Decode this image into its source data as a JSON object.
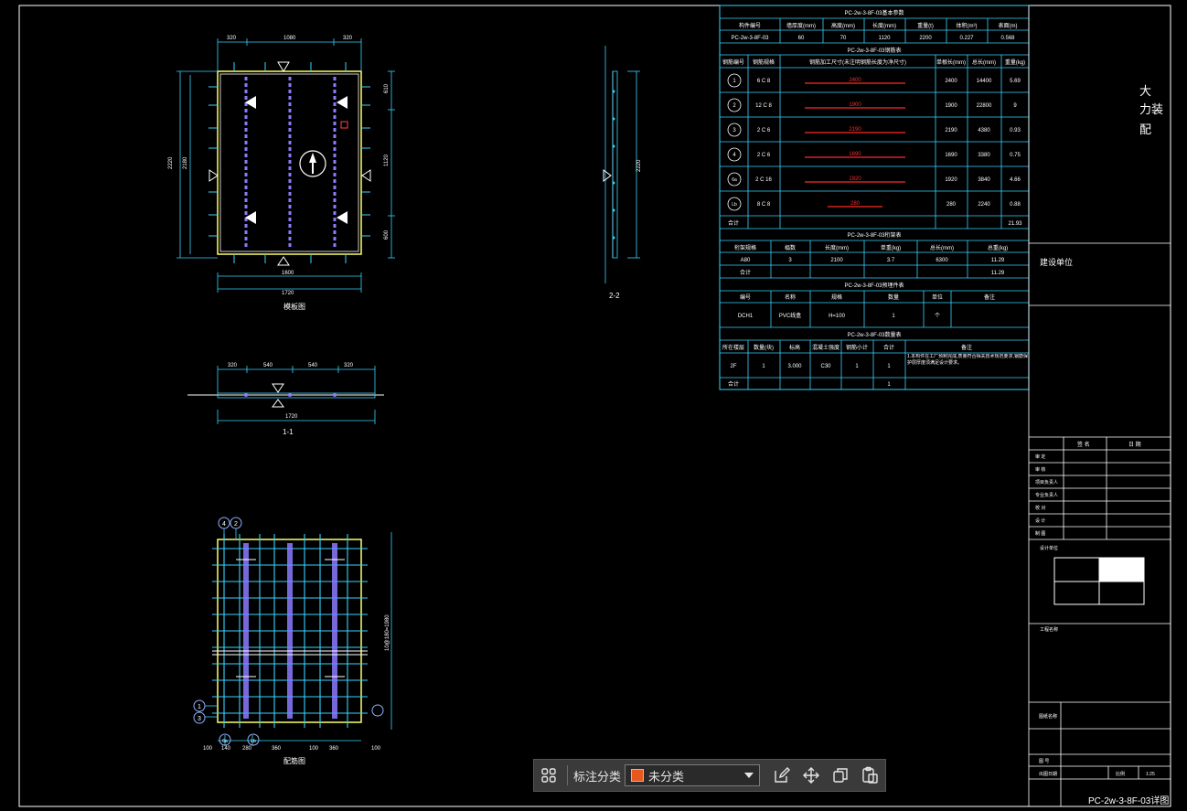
{
  "drawing": {
    "title_block": {
      "vertical_title": [
        "大",
        "力装",
        "配"
      ],
      "project_company": "建设单位",
      "sign_header": [
        "签 名",
        "日 期"
      ],
      "sign_rows": [
        "审 定",
        "审 核",
        "项目负责人",
        "专业负责人",
        "校 对",
        "设 计",
        "制 图"
      ],
      "design_unit": "设计单位",
      "project_name": "工程名称",
      "drawing_name": "图纸名称",
      "drawing_no_label": "图 号",
      "date_label": "出图日期",
      "scale_label": "比例",
      "scale_value": "1:25",
      "drawing_code": "PC-2w-3-8F-03详图"
    },
    "tables": {
      "t1_title": "PC-2w-3-8F-03基本参数",
      "t1_headers": [
        "构件编号",
        "墙厚度(mm)",
        "高度(mm)",
        "长度(mm)",
        "重量(t)",
        "体积(m³)",
        "表面(m)"
      ],
      "t1_row": [
        "PC-2w-3-8F-03",
        "60",
        "70",
        "1120",
        "2200",
        "0.227",
        "0.568"
      ],
      "t2_title": "PC-2w-3-8F-03钢筋表",
      "t2_headers": [
        "钢筋编号",
        "钢筋规格",
        "钢筋加工尺寸(未注明钢筋长度为净尺寸)",
        "单根长(mm)",
        "总长(mm)",
        "重量(kg)"
      ],
      "t2_rows": [
        [
          "1",
          "6 C 8",
          "2400",
          "2400",
          "14400",
          "5.69"
        ],
        [
          "2",
          "12 C 8",
          "1900",
          "1900",
          "22800",
          "9"
        ],
        [
          "3",
          "2 C 6",
          "2190",
          "2190",
          "4380",
          "0.93"
        ],
        [
          "4",
          "2 C 6",
          "1690",
          "1690",
          "3380",
          "0.75"
        ],
        [
          "6a",
          "2 C 16",
          "1920",
          "1920",
          "3840",
          "4.66"
        ],
        [
          "Lb",
          "8 C 8",
          "280",
          "280",
          "2240",
          "0.88"
        ]
      ],
      "t2_total_label": "合计",
      "t2_total": "21.93",
      "t3_title": "PC-2w-3-8F-03桁架表",
      "t3_headers": [
        "桁架规格",
        "榀数",
        "长度(mm)",
        "单重(kg)",
        "总长(mm)",
        "总重(kg)"
      ],
      "t3_rows": [
        [
          "A80",
          "3",
          "2100",
          "3.7",
          "6300",
          "11.29"
        ],
        [
          "合计",
          "",
          "",
          "",
          "",
          "11.29"
        ]
      ],
      "t4_title": "PC-2w-3-8F-03预埋件表",
      "t4_headers": [
        "编号",
        "名称",
        "规格",
        "数量",
        "单位",
        "备注"
      ],
      "t4_row": [
        "DCH1",
        "PVC线盒",
        "H=100",
        "1",
        "个",
        ""
      ],
      "t5_title": "PC-2w-3-8F-03数量表",
      "t5_headers": [
        "所在楼层",
        "数量(块)",
        "标高",
        "混凝土强度",
        "钢筋小计",
        "合计"
      ],
      "t5_row": [
        "2F",
        "1",
        "3.000",
        "C30",
        "1",
        "1"
      ],
      "t5_note_header": "备注",
      "t5_note": "1.本构件在工厂预制完成,质量符合相关技术规范要求,钢筋保护层厚度须满足设计要求。",
      "t5_total_label": "合计",
      "t5_total": "1"
    },
    "views": {
      "plan_title": "模板图",
      "section11_title": "1-1",
      "section22_title": "2-2",
      "rebar_title": "配筋图",
      "plan_top_dims": [
        "320",
        "1080",
        "320"
      ],
      "plan_bottom_dims": [
        "1600",
        "1720"
      ],
      "plan_left_dims": [
        "2220",
        "2180"
      ],
      "plan_right_dims": [
        "610",
        "1120",
        "600"
      ],
      "sec11_dims": [
        "320",
        "540",
        "540",
        "320"
      ],
      "sec11_total": "1720",
      "sec22_dim": "2220",
      "rebar_bottom_dims": [
        "100",
        "140",
        "280",
        "360",
        "100",
        "360",
        "100"
      ],
      "rebar_right_dim": "10@180=1980",
      "rebar_bubbles": [
        "4",
        "2",
        "1",
        "3",
        "6a",
        "Lb"
      ]
    }
  },
  "toolbar": {
    "category_label": "标注分类",
    "selected_category": "未分类",
    "swatch_color": "#e8571c",
    "icons": [
      "grid-icon",
      "edit-icon",
      "move-icon",
      "copy-icon",
      "paste-icon"
    ]
  }
}
